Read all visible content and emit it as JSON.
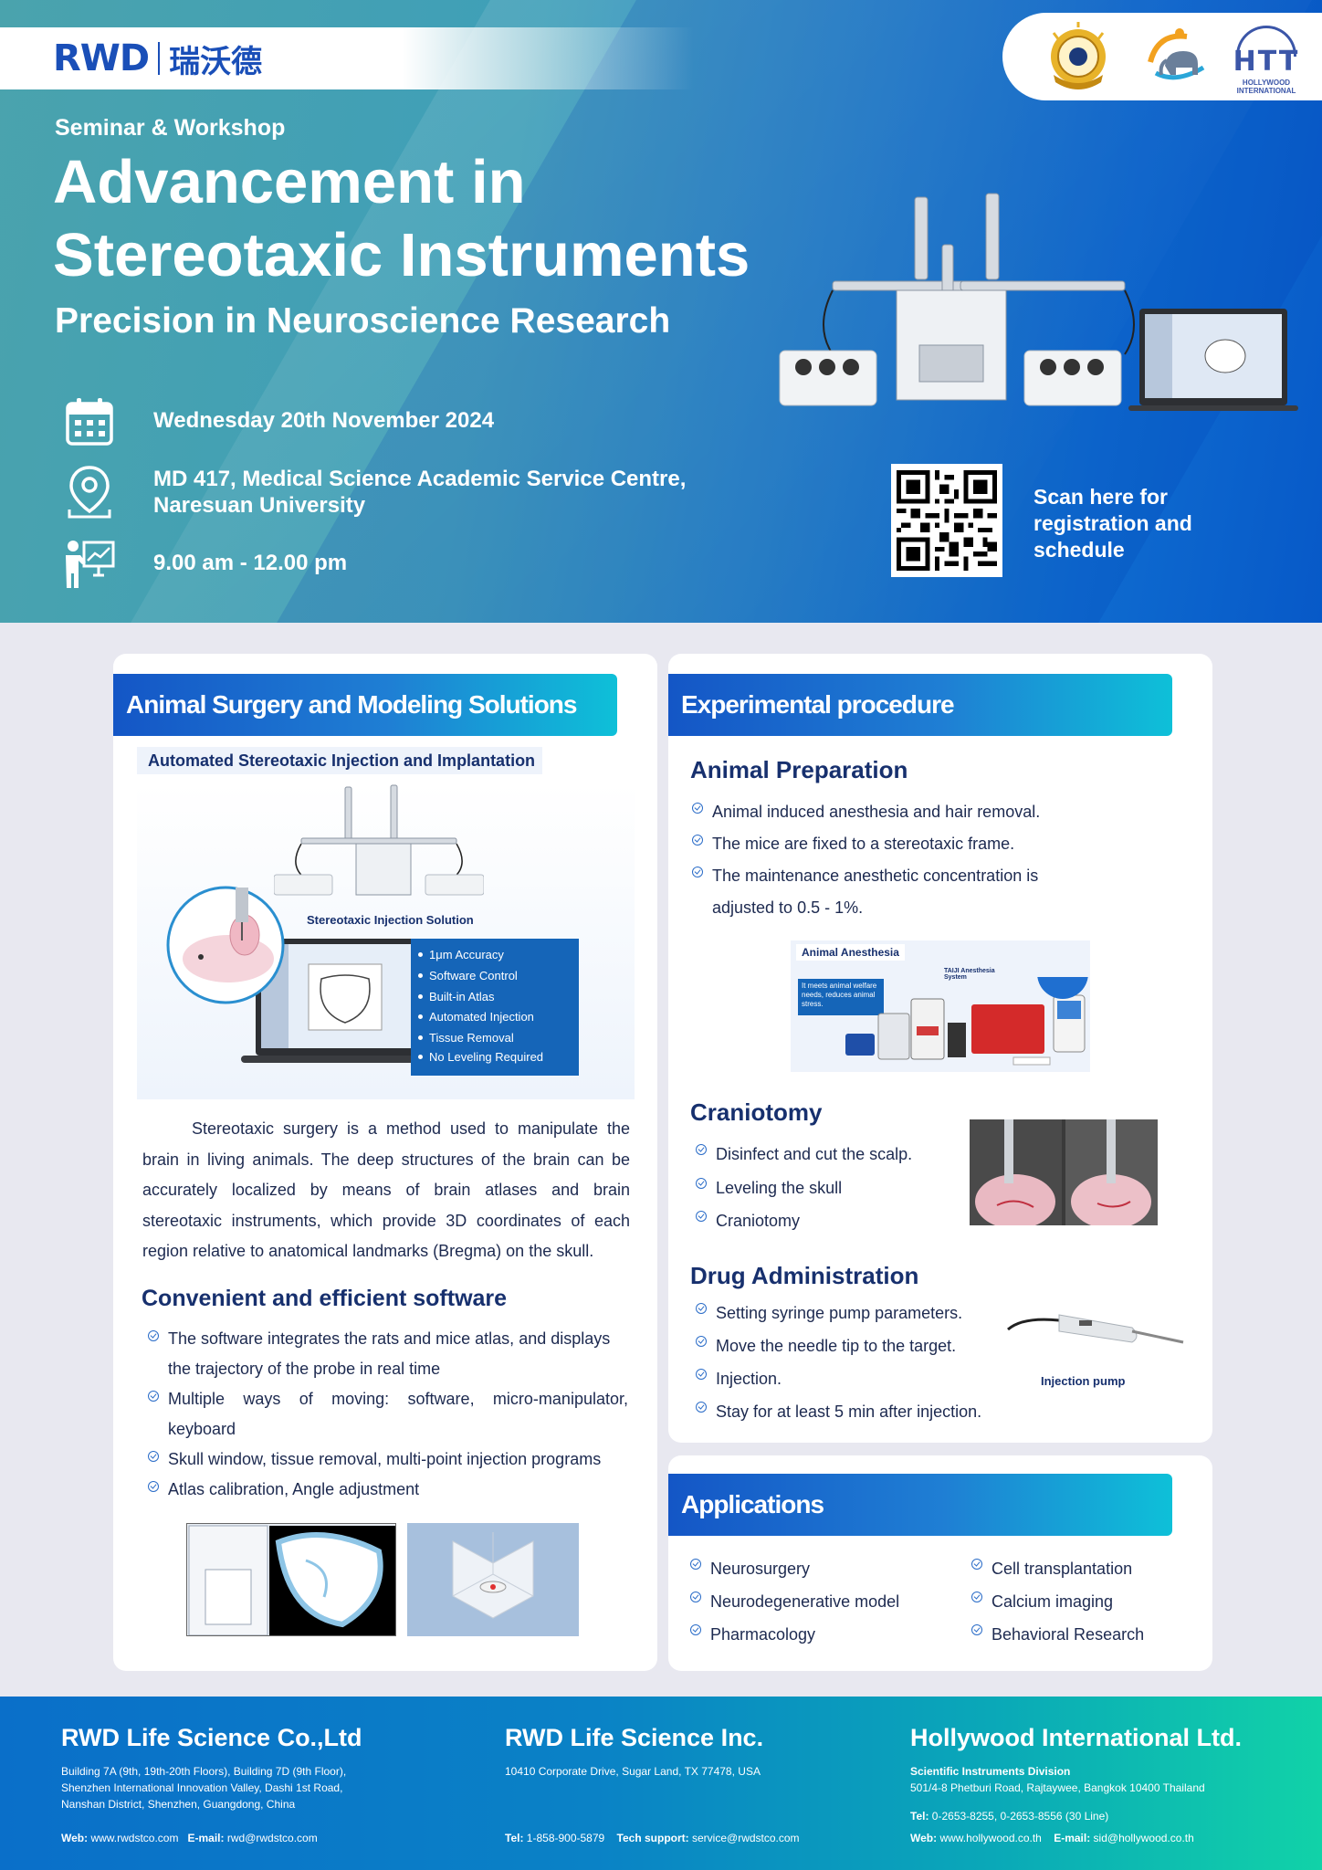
{
  "header": {
    "brand_mark": "RWD",
    "brand_cn": "瑞沃德",
    "partner_logo": "HTT",
    "partner_logo_sub": "HOLLYWOOD INTERNATIONAL",
    "eyebrow": "Seminar & Workshop",
    "title_line1": "Advancement in",
    "title_line2": "Stereotaxic Instruments",
    "subtitle": "Precision in Neuroscience Research",
    "date": "Wednesday 20th November 2024",
    "venue_line1": "MD 417, Medical Science Academic Service Centre,",
    "venue_line2": "Naresuan University",
    "time": "9.00 am - 12.00 pm",
    "scan_text": "Scan here for registration and schedule",
    "icons": [
      "calendar-icon",
      "location-pin-icon",
      "presenter-icon"
    ]
  },
  "left_card": {
    "tab": "Animal Surgery and Modeling Solutions",
    "chip": "Automated Stereotaxic Injection and Implantation",
    "promo_caption": "Stereotaxic Injection Solution",
    "promo_features": [
      "1μm Accuracy",
      "Software Control",
      "Built-in Atlas",
      "Automated Injection",
      "Tissue Removal",
      "No Leveling Required"
    ],
    "paragraph": "Stereotaxic surgery is a method used to manipulate the brain in living animals. The deep structures of the brain can be accurately localized by means of brain atlases and brain stereotaxic instruments, which provide 3D coordinates of each region relative to anatomical landmarks (Bregma) on the skull.",
    "software_heading": "Convenient and efficient software",
    "software_items": [
      "The software integrates the rats and mice atlas, and displays the trajectory of the probe in real time",
      "Multiple ways of moving: software, micro-manipulator, keyboard",
      "Skull window, tissue removal, multi-point injection programs",
      "Atlas calibration, Angle adjustment"
    ]
  },
  "right_card": {
    "tab": "Experimental procedure",
    "prep_heading": "Animal Preparation",
    "prep_items": [
      "Animal induced anesthesia and hair removal.",
      "The mice are fixed to a stereotaxic frame.",
      "The maintenance anesthetic concentration is adjusted to 0.5 - 1%."
    ],
    "anest_title": "Animal Anesthesia",
    "anest_note": "It meets animal welfare needs, reduces animal stress.",
    "anest_system": "TAIJI Anesthesia System",
    "cranio_heading": "Craniotomy",
    "cranio_items": [
      "Disinfect and cut the scalp.",
      "Leveling the skull",
      "Craniotomy"
    ],
    "drug_heading": "Drug Administration",
    "drug_items": [
      "Setting syringe pump parameters.",
      "Move the needle tip to the target.",
      "Injection.",
      "Stay for at least 5 min after injection."
    ],
    "pump_caption": "Injection pump"
  },
  "applications": {
    "tab": "Applications",
    "left": [
      "Neurosurgery",
      "Neurodegenerative model",
      "Pharmacology"
    ],
    "right": [
      "Cell transplantation",
      "Calcium imaging",
      "Behavioral Research"
    ]
  },
  "footer": {
    "col1": {
      "name": "RWD Life Science Co.,Ltd",
      "lines": [
        "Building 7A (9th, 19th-20th Floors), Building 7D (9th Floor),",
        "Shenzhen International Innovation Valley, Dashi 1st Road,",
        "Nanshan District, Shenzhen, Guangdong, China"
      ],
      "web_label": "Web:",
      "web": "www.rwdstco.com",
      "email_label": "E-mail:",
      "email": "rwd@rwdstco.com"
    },
    "col2": {
      "name": "RWD Life Science Inc.",
      "lines": [
        "10410 Corporate Drive, Sugar Land, TX 77478, USA"
      ],
      "tel_label": "Tel:",
      "tel": "1-858-900-5879",
      "support_label": "Tech support:",
      "support": "service@rwdstco.com"
    },
    "col3": {
      "name": "Hollywood International Ltd.",
      "division": "Scientific Instruments Division",
      "lines": [
        "501/4-8 Phetburi Road, Rajtaywee, Bangkok 10400 Thailand"
      ],
      "tel_label": "Tel:",
      "tel": "0-2653-8255, 0-2653-8556 (30 Line)",
      "web_label": "Web:",
      "web": "www.hollywood.co.th",
      "email_label": "E-mail:",
      "email": "sid@hollywood.co.th"
    }
  },
  "colors": {
    "tab_start": "#1456c6",
    "tab_end": "#0ec0d8",
    "text_navy": "#17306e",
    "check": "#2a6cc8"
  }
}
